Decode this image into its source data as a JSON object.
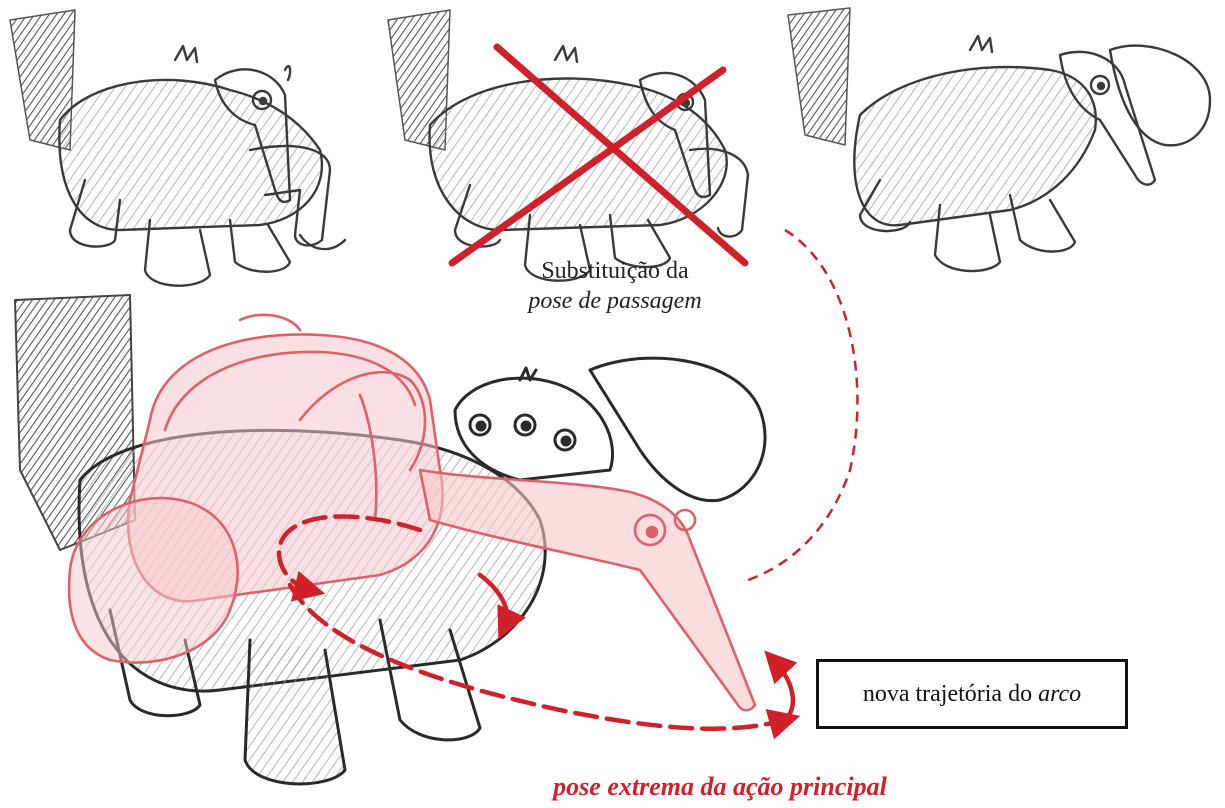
{
  "captions": {
    "substitution_line1": "Substituição da",
    "substitution_line2": "pose de passagem",
    "arc_label_plain": "nova trajetória do",
    "arc_label_italic": "arco",
    "extreme_pose": "pose extrema da ação principal"
  },
  "colors": {
    "pencil": "#3a3a3a",
    "shade": "#8a8a8a",
    "red": "#d0202a",
    "red_sketch": "#e0606a"
  }
}
